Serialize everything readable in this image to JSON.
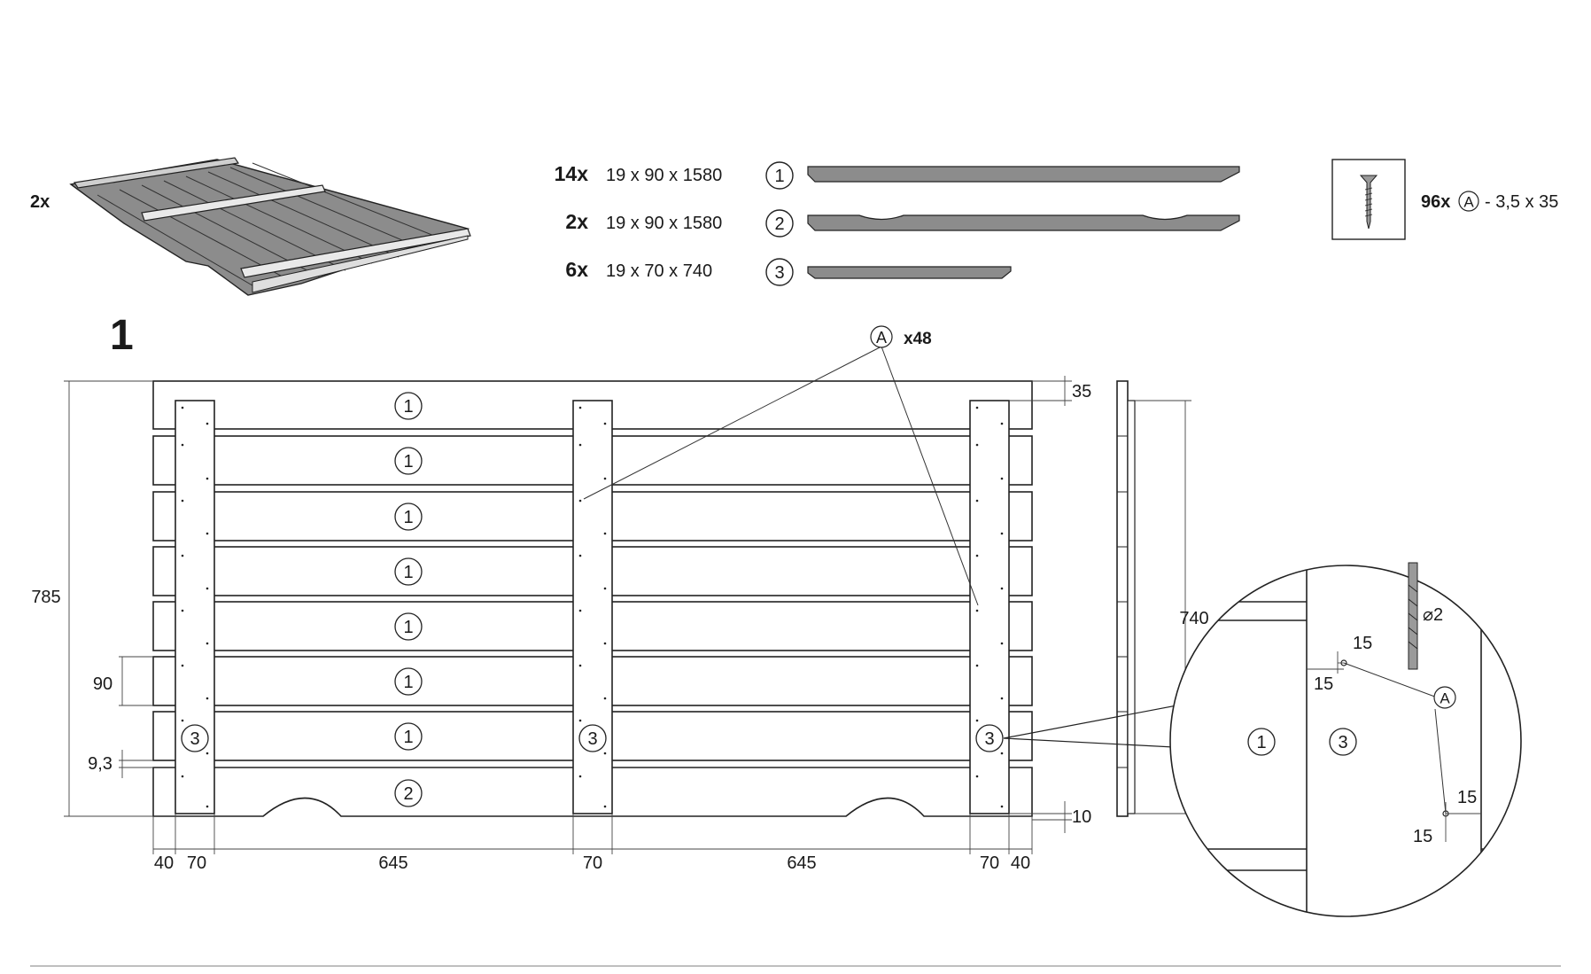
{
  "step_number": "1",
  "top_left_quantity": "2x",
  "parts": [
    {
      "qty": "14x",
      "dims": "19 x 90 x 1580",
      "id": "1"
    },
    {
      "qty": "2x",
      "dims": "19 x 90 x 1580",
      "id": "2"
    },
    {
      "qty": "6x",
      "dims": "19 x 70 x 740",
      "id": "3"
    }
  ],
  "screw": {
    "qty": "96x",
    "symbol": "A",
    "suffix": "- 3,5 x 35",
    "icon": "screw-icon"
  },
  "callout": {
    "symbol": "A",
    "label": "x48"
  },
  "board_labels": [
    "1",
    "1",
    "1",
    "1",
    "1",
    "1",
    "1",
    "2"
  ],
  "batten_label": "3",
  "dimensions": {
    "overall_height": "785",
    "top_offset": "35",
    "board_width": "90",
    "gap": "9,3",
    "bottom_offset": "10",
    "side_height": "740",
    "bottom": [
      "40",
      "70",
      "645",
      "70",
      "645",
      "70",
      "40"
    ]
  },
  "detail": {
    "drill": "⌀2",
    "part_left": "1",
    "part_right": "3",
    "screw_symbol": "A",
    "d1": "15",
    "d2": "15",
    "d3": "15",
    "d4": "15"
  }
}
